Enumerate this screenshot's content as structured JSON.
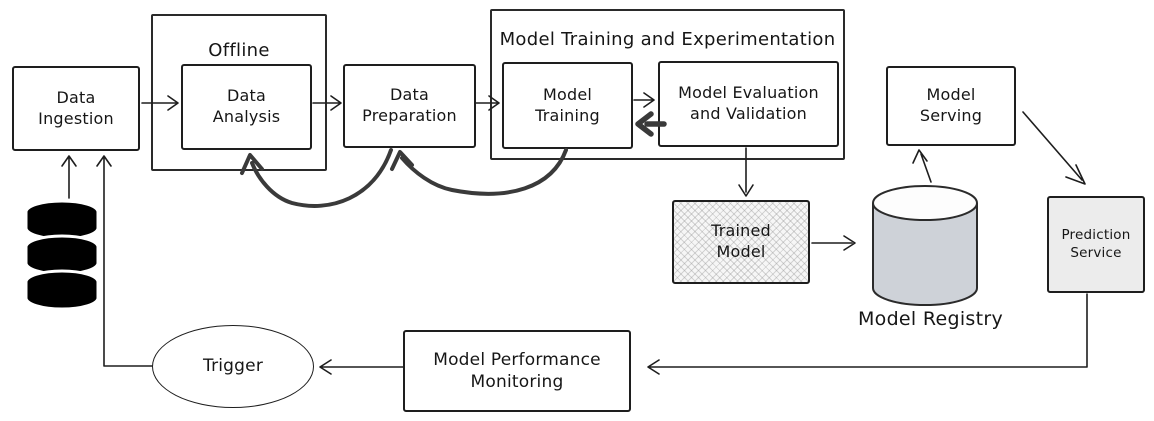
{
  "diagram": {
    "kind": "mlops-pipeline-sketch",
    "colors": {
      "background": "#ffffff",
      "stroke": "#1e1e1e",
      "thick_arrow": "#3a3a3a",
      "prediction_fill": "#ececec",
      "registry_fill": "#ced2d8",
      "trained_model_fill": "#f6f6f6 cross-hatch",
      "database_icon_fill": "#000000"
    },
    "icons": {
      "source_database": "database-icon",
      "model_registry": "database-cylinder-icon"
    }
  },
  "nodes": {
    "data_ingestion": {
      "label": "Data\nIngestion"
    },
    "offline_group": {
      "label": "Offline"
    },
    "data_analysis": {
      "label": "Data\nAnalysis"
    },
    "data_preparation": {
      "label": "Data\nPreparation"
    },
    "training_group": {
      "label": "Model Training and Experimentation"
    },
    "model_training": {
      "label": "Model\nTraining"
    },
    "model_evaluation": {
      "label": "Model Evaluation\nand Validation"
    },
    "model_serving": {
      "label": "Model\nServing"
    },
    "trained_model": {
      "label": "Trained\nModel"
    },
    "model_registry": {
      "label": "Model Registry"
    },
    "prediction_service": {
      "label": "Prediction\nService"
    },
    "trigger": {
      "label": "Trigger"
    },
    "model_performance_monitoring": {
      "label": "Model Performance\nMonitoring"
    }
  },
  "edges": [
    {
      "from": "source-database",
      "to": "data-ingestion",
      "style": "thin-arrow"
    },
    {
      "from": "trigger",
      "to": "data-ingestion",
      "style": "thin-elbow-arrow"
    },
    {
      "from": "data-ingestion",
      "to": "data-analysis",
      "style": "thin-arrow"
    },
    {
      "from": "data-analysis",
      "to": "data-preparation",
      "style": "thin-arrow"
    },
    {
      "from": "data-preparation",
      "to": "model-training",
      "style": "thin-arrow"
    },
    {
      "from": "model-training",
      "to": "model-evaluation",
      "style": "thin-arrow"
    },
    {
      "from": "model-evaluation",
      "to": "model-training",
      "style": "thick-arrow"
    },
    {
      "from": "model-training",
      "to": "data-preparation",
      "style": "thick-curved-arrow"
    },
    {
      "from": "data-preparation",
      "to": "data-analysis",
      "style": "thick-curved-arrow"
    },
    {
      "from": "model-evaluation",
      "to": "trained-model",
      "style": "thin-arrow"
    },
    {
      "from": "trained-model",
      "to": "model-registry",
      "style": "thin-arrow"
    },
    {
      "from": "model-registry",
      "to": "model-serving",
      "style": "thin-arrow"
    },
    {
      "from": "model-serving",
      "to": "prediction-service",
      "style": "thin-diagonal-arrow"
    },
    {
      "from": "prediction-service",
      "to": "model-performance-monitoring",
      "style": "thin-elbow-arrow"
    },
    {
      "from": "model-performance-monitoring",
      "to": "trigger",
      "style": "thin-arrow"
    }
  ]
}
